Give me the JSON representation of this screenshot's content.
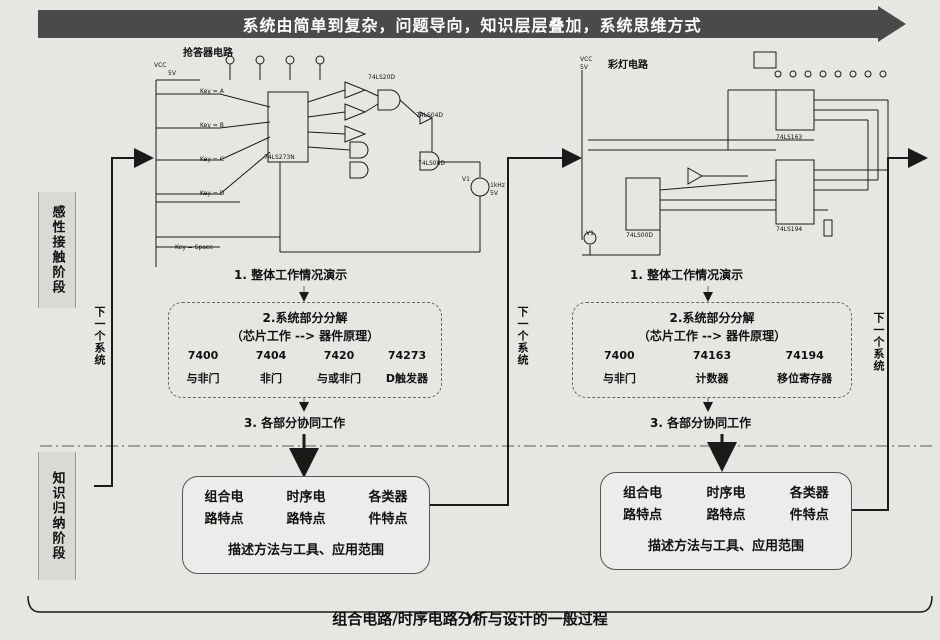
{
  "banner": {
    "text": "系统由简单到复杂，问题导向，知识层层叠加，系统思维方式"
  },
  "side_labels": {
    "top": "感性接触阶段",
    "bottom": "知识归纳阶段"
  },
  "next_system": "下一个系统",
  "circuits": [
    {
      "title": "抢答器电路",
      "labels": [
        "VCC",
        "5V",
        "Key = A",
        "Key = B",
        "Key = C",
        "Key = D",
        "Key = Space",
        "74LS273N",
        "74LS20D",
        "74LS04D",
        "74LS08D",
        "V1",
        "1kHz",
        "5V"
      ],
      "step1": "1. 整体工作情况演示",
      "box_title": "2.系统部分分解",
      "box_sub": "（芯片工作 --> 器件原理）",
      "chips": [
        "7400",
        "7404",
        "7420",
        "74273"
      ],
      "chip_names": [
        "与非门",
        "非门",
        "与或非门",
        "D触发器"
      ],
      "step3": "3. 各部分协同工作",
      "features": [
        [
          "组合电",
          "路特点"
        ],
        [
          "时序电",
          "路特点"
        ],
        [
          "各类器",
          "件特点"
        ]
      ],
      "desc": "描述方法与工具、应用范围"
    },
    {
      "title": "彩灯电路",
      "labels": [
        "VCC",
        "5V",
        "74LS00D",
        "74LS163",
        "74LS194",
        "V1"
      ],
      "step1": "1. 整体工作情况演示",
      "box_title": "2.系统部分分解",
      "box_sub": "（芯片工作 --> 器件原理）",
      "chips": [
        "7400",
        "74163",
        "74194"
      ],
      "chip_names": [
        "与非门",
        "计数器",
        "移位寄存器"
      ],
      "step3": "3. 各部分协同工作",
      "features": [
        [
          "组合电",
          "路特点"
        ],
        [
          "时序电",
          "路特点"
        ],
        [
          "各类器",
          "件特点"
        ]
      ],
      "desc": "描述方法与工具、应用范围"
    }
  ],
  "bottom": {
    "text": "组合电路/时序电路分析与设计的一般过程"
  },
  "colors": {
    "banner": "#4a4a4a",
    "background": "#e6e6e3",
    "divider": "#777777",
    "line": "#1a1a1a"
  }
}
